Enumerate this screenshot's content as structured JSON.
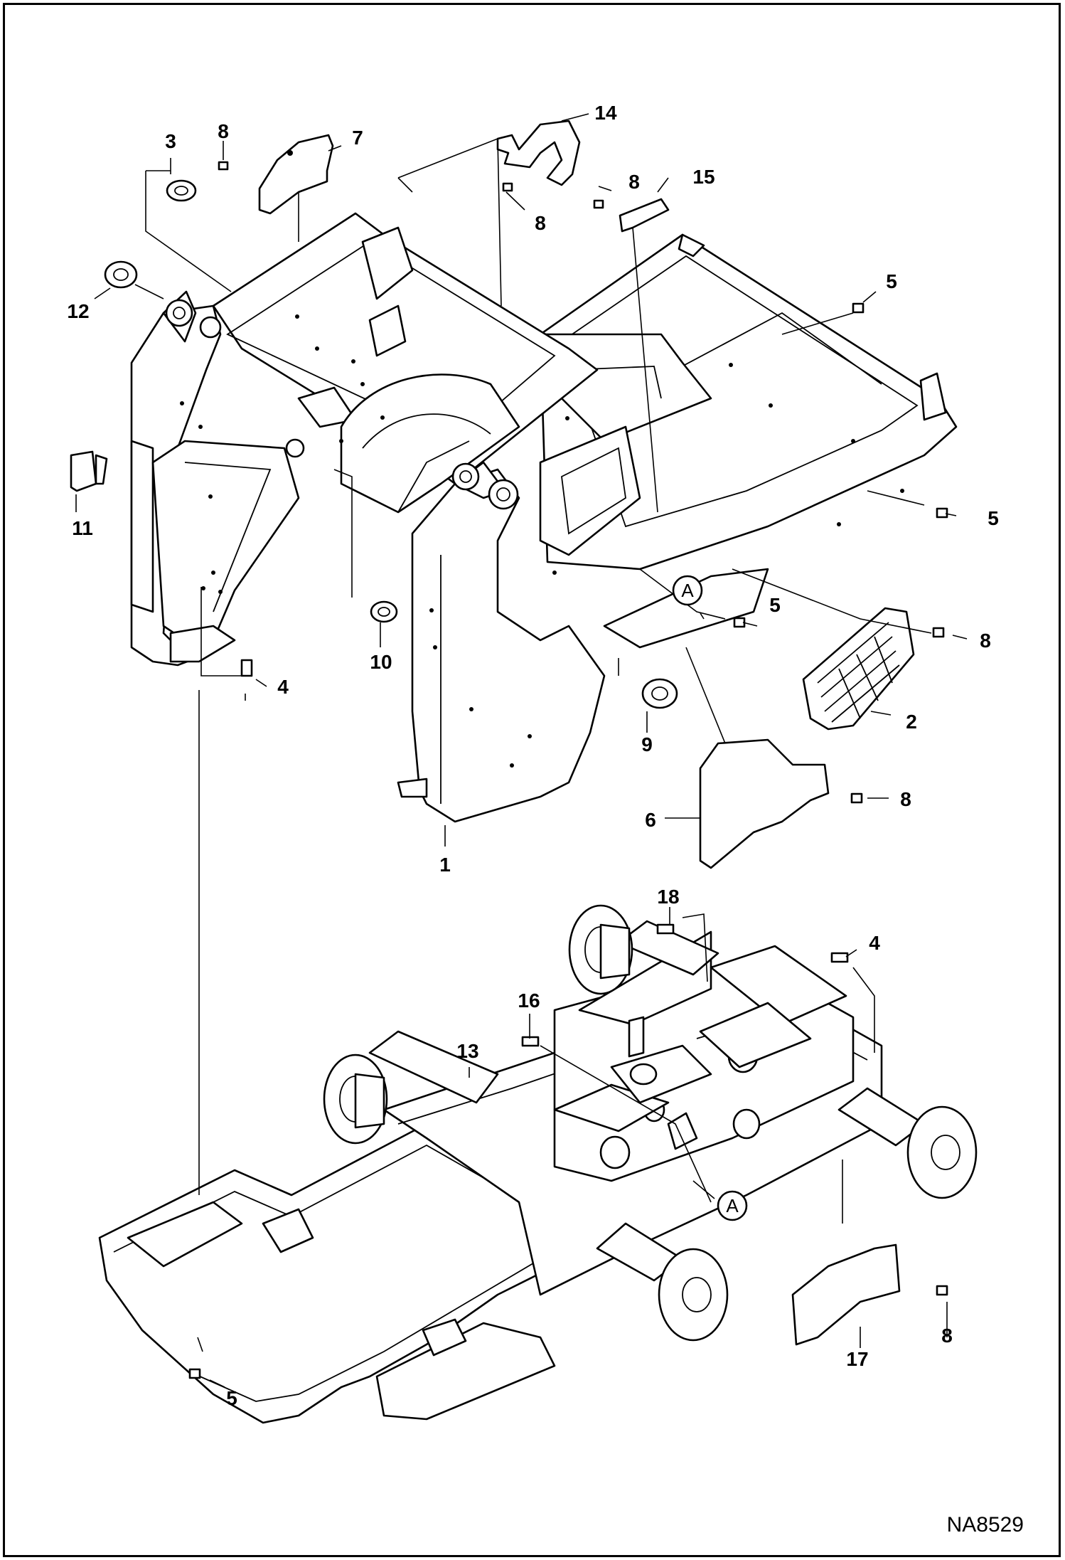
{
  "diagram": {
    "drawing_number": "NA8529",
    "callouts": [
      {
        "id": "c1",
        "label": "1"
      },
      {
        "id": "c2",
        "label": "2"
      },
      {
        "id": "c3",
        "label": "3"
      },
      {
        "id": "c4a",
        "label": "4"
      },
      {
        "id": "c4b",
        "label": "4"
      },
      {
        "id": "c5a",
        "label": "5"
      },
      {
        "id": "c5b",
        "label": "5"
      },
      {
        "id": "c5c",
        "label": "5"
      },
      {
        "id": "c5d",
        "label": "5"
      },
      {
        "id": "c6",
        "label": "6"
      },
      {
        "id": "c7",
        "label": "7"
      },
      {
        "id": "c8a",
        "label": "8"
      },
      {
        "id": "c8b",
        "label": "8"
      },
      {
        "id": "c8c",
        "label": "8"
      },
      {
        "id": "c8d",
        "label": "8"
      },
      {
        "id": "c8e",
        "label": "8"
      },
      {
        "id": "c8f",
        "label": "8"
      },
      {
        "id": "c9",
        "label": "9"
      },
      {
        "id": "c10",
        "label": "10"
      },
      {
        "id": "c11",
        "label": "11"
      },
      {
        "id": "c12",
        "label": "12"
      },
      {
        "id": "c13",
        "label": "13"
      },
      {
        "id": "c14",
        "label": "14"
      },
      {
        "id": "c15",
        "label": "15"
      },
      {
        "id": "c16",
        "label": "16"
      },
      {
        "id": "c17",
        "label": "17"
      },
      {
        "id": "c18",
        "label": "18"
      }
    ],
    "reference_markers": [
      {
        "id": "refA1",
        "label": "A"
      },
      {
        "id": "refA2",
        "label": "A"
      }
    ]
  }
}
